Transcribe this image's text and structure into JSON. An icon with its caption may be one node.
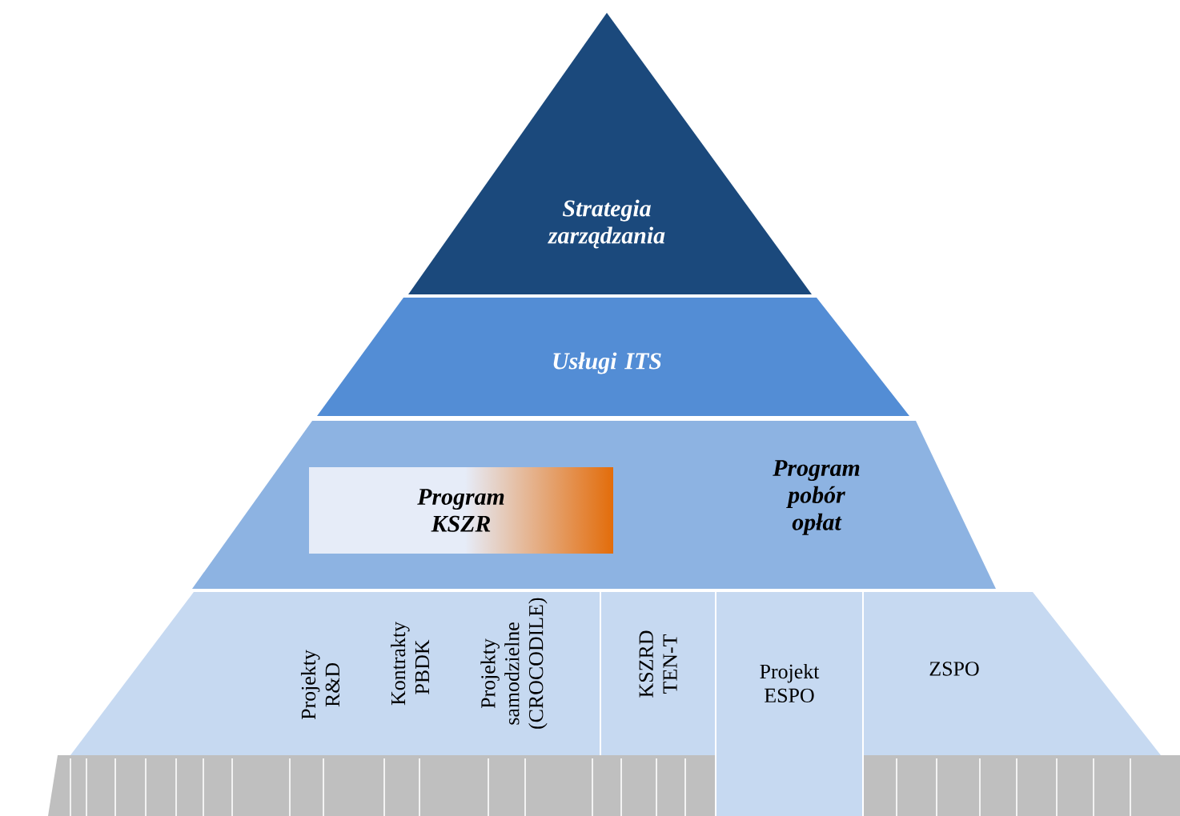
{
  "diagram": {
    "nodes": [
      {
        "text": [
          "Strategia zarządzania"
        ]
      },
      {
        "text": [
          "Usługi ITS"
        ]
      },
      {
        "text": [
          "Program pobór opłat"
        ]
      },
      {
        "text": [
          "Program KSZR"
        ],
        "in": 2
      },
      {
        "text": [],
        "shape": "box"
      },
      {
        "text": [
          "Projekty R&D",
          "Kontrakty PBDK",
          "Projekty samodzielne (CROCODILE)"
        ],
        "in": 4
      },
      {
        "text": [
          "KSZRD TEN-T"
        ],
        "in": 4
      },
      {
        "text": [
          "Projekt ESPO"
        ]
      },
      {
        "text": [
          "ZSPO"
        ],
        "in": 4
      }
    ]
  }
}
